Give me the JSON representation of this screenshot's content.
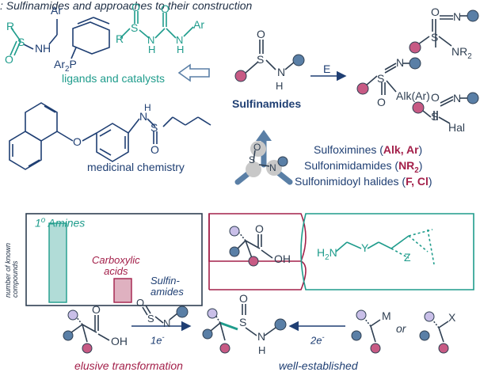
{
  "caption": ": Sulfinamides and approaches to their construction",
  "top": {
    "ligands_label": "ligands and catalysts",
    "medchem_label": "medicinal chemistry",
    "center_label": "Sulfinamides",
    "arrow_label": "E"
  },
  "classes": [
    {
      "prefix": "Sulfoximines (",
      "hi": "Alk, Ar",
      "hi2": "",
      "suffix": ")"
    },
    {
      "prefix": "Sulfonimidamides (",
      "hi": "NR",
      "hi2": "2",
      "suffix": ")"
    },
    {
      "prefix": "Sulfonimidoyl halides (",
      "hi": "F, Cl",
      "hi2": "",
      "suffix": ")"
    }
  ],
  "bar_box": {
    "y_label_1": "number of known",
    "y_label_2": "compounds",
    "amines_label_sup": "1",
    "amines_label_o": "o",
    "amines_label_text": " Amines",
    "carboxylic_1": "Carboxylic",
    "carboxylic_2": "acids",
    "sulfin_1": "Sulfin-",
    "sulfin_2": "amides",
    "bars": [
      {
        "name": "amines",
        "value": 1.0,
        "color": "#1f9c8c"
      },
      {
        "name": "carboxylic-acids",
        "value": 0.3,
        "color": "#a3204a"
      },
      {
        "name": "sulfinamides",
        "value": 0.0,
        "color": "#1f3f73"
      }
    ]
  },
  "bottom": {
    "one_e": "1e",
    "two_e": "2e",
    "minus": "-",
    "or_label": "or",
    "elusive": "elusive transformation",
    "established": "well-established"
  },
  "atoms": {
    "R": "R",
    "S": "S",
    "O": "O",
    "N": "N",
    "H": "H",
    "Ar": "Ar",
    "Ar2P": "Ar",
    "NR2": "NR",
    "Hal": "Hal",
    "AlkAr": "Alk(Ar)",
    "OH": "OH",
    "M": "M",
    "X": "X",
    "H2N": "H",
    "Y": "Y",
    "Z": "Z",
    "two": "2"
  },
  "colors": {
    "dark_blue": "#1f3f73",
    "teal": "#1f9c8c",
    "maroon": "#a3204a",
    "bond": "#2f3f52",
    "lavender": "#c9bfe8",
    "steel": "#5a7fa6",
    "pink": "#c75a84"
  }
}
